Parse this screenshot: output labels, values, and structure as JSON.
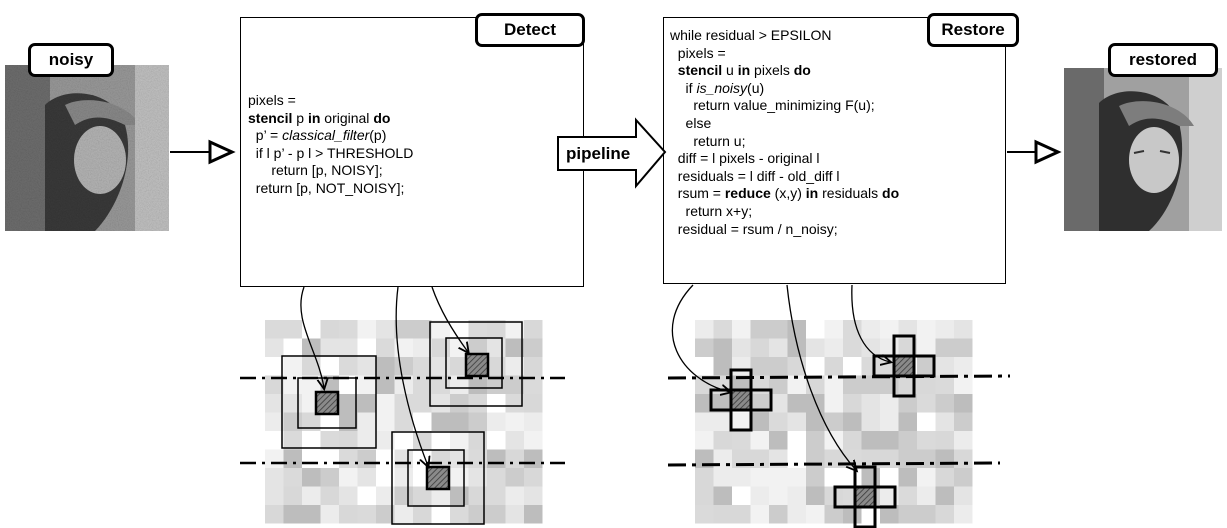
{
  "images": {
    "noisy": {
      "label": "noisy"
    },
    "restored": {
      "label": "restored"
    }
  },
  "detect": {
    "title": "Detect",
    "lines": [
      [
        {
          "t": "pixels ="
        }
      ],
      [
        {
          "t": "stencil",
          "s": "kw"
        },
        {
          "t": " p "
        },
        {
          "t": "in",
          "s": "kw"
        },
        {
          "t": " original "
        },
        {
          "t": "do",
          "s": "kw"
        }
      ],
      [
        {
          "t": "  p’ = "
        },
        {
          "t": "classical_filter",
          "s": "it"
        },
        {
          "t": "(p)"
        }
      ],
      [
        {
          "t": "  if l p’ - p l > THRESHOLD"
        }
      ],
      [
        {
          "t": "      return [p, NOISY];"
        }
      ],
      [
        {
          "t": "  return [p, NOT_NOISY];"
        }
      ]
    ]
  },
  "restore": {
    "title": "Restore",
    "lines": [
      [
        {
          "t": "while residual > EPSILON"
        }
      ],
      [
        {
          "t": "  pixels ="
        }
      ],
      [
        {
          "t": "  "
        },
        {
          "t": "stencil",
          "s": "kw"
        },
        {
          "t": " u "
        },
        {
          "t": "in",
          "s": "kw"
        },
        {
          "t": " pixels "
        },
        {
          "t": "do",
          "s": "kw"
        }
      ],
      [
        {
          "t": "    if "
        },
        {
          "t": "is_noisy",
          "s": "it"
        },
        {
          "t": "(u)"
        }
      ],
      [
        {
          "t": "      return value_minimizing F(u);"
        }
      ],
      [
        {
          "t": "    else"
        }
      ],
      [
        {
          "t": "      return u;"
        }
      ],
      [
        {
          "t": "  diff = l pixels - original l"
        }
      ],
      [
        {
          "t": "  residuals = l diff - old_diff l"
        }
      ],
      [
        {
          "t": "  rsum = "
        },
        {
          "t": "reduce",
          "s": "kw"
        },
        {
          "t": " (x,y) "
        },
        {
          "t": "in",
          "s": "kw"
        },
        {
          "t": " residuals "
        },
        {
          "t": "do",
          "s": "kw"
        }
      ],
      [
        {
          "t": "    return x+y;"
        }
      ],
      [
        {
          "t": "  residual = rsum / n_noisy;"
        }
      ]
    ]
  },
  "pipeline": {
    "label": "pipeline"
  }
}
